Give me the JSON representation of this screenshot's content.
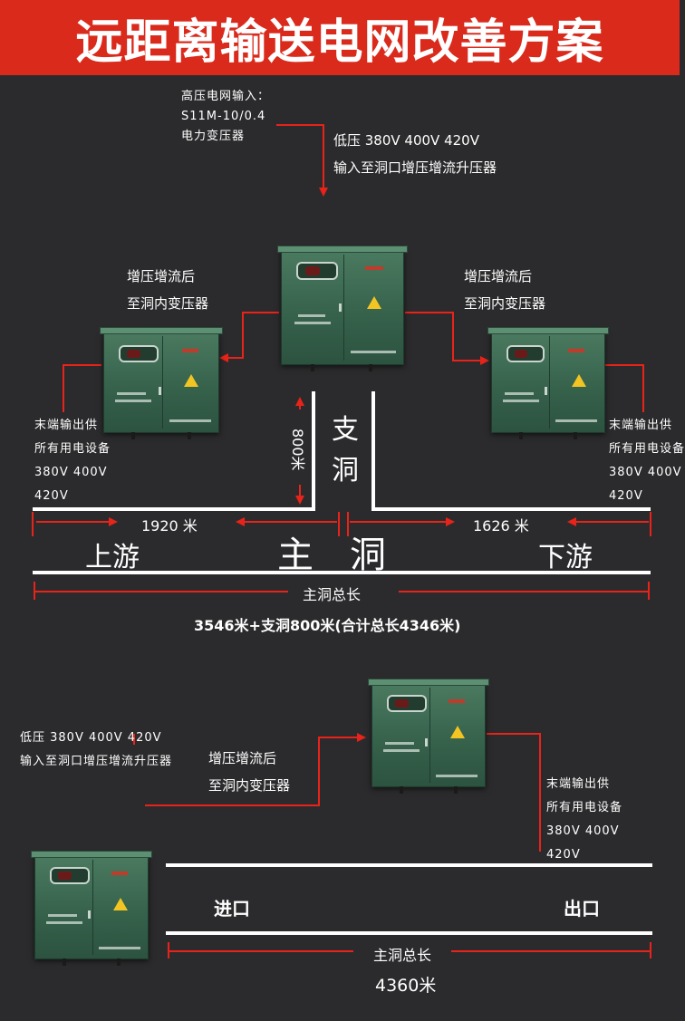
{
  "header": {
    "title": "远距离输送电网改善方案"
  },
  "top": {
    "source_lines": [
      "高压电网输入：",
      "S11M-10/0.4",
      "电力变压器"
    ],
    "input_lines": [
      "低压 380V 400V 420V",
      "输入至洞口增压增流升压器"
    ],
    "left_after_lines": [
      "增压增流后",
      "至洞内变压器"
    ],
    "right_after_lines": [
      "增压增流后",
      "至洞内变压器"
    ],
    "left_end_lines": [
      "末端输出供",
      "所有用电设备",
      "380V 400V",
      "420V"
    ],
    "right_end_lines": [
      "末端输出供",
      "所有用电设备",
      "380V 400V",
      "420V"
    ],
    "branch_distance": "800米",
    "branch_tunnel_chars": [
      "支",
      "洞"
    ],
    "upstream_distance": "1920 米",
    "downstream_distance": "1626 米",
    "upstream": "上游",
    "main_tunnel": "主洞",
    "downstream": "下游",
    "main_total_label": "主洞总长",
    "summary": "3546米+支洞800米(合计总长4346米)"
  },
  "bottom": {
    "input_lines": [
      "低压 380V 400V 420V",
      "输入至洞口增压增流升压器"
    ],
    "after_lines": [
      "增压增流后",
      "至洞内变压器"
    ],
    "end_lines": [
      "末端输出供",
      "所有用电设备",
      "380V 400V",
      "420V"
    ],
    "entrance": "进口",
    "exit": "出口",
    "main_total_label": "主洞总长",
    "total_length": "4360米"
  },
  "colors": {
    "header_bg": "#d92a1c",
    "arrow_red": "#e8231a",
    "background": "#2b2b2d",
    "cabinet_green": "#3e6b53",
    "warning_yellow": "#f2c522"
  }
}
